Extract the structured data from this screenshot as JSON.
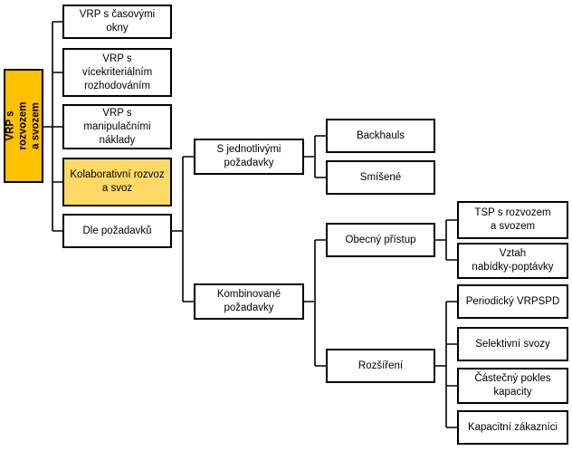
{
  "colors": {
    "root_fill": "#ffc000",
    "highlight_fill": "#ffd966",
    "box_fill": "#ffffff",
    "stroke": "#000000"
  },
  "root": {
    "label": "VRP s rozvozem\na svozem"
  },
  "level1": [
    {
      "id": "casova-okna",
      "label": "VRP s časovými okny"
    },
    {
      "id": "vicekriterialni",
      "label": "VRP s vícekriteriálním\nrozhodováním"
    },
    {
      "id": "manipulacni",
      "label": "VRP s manipulačními\nnáklady"
    },
    {
      "id": "kolaborativni",
      "label": "Kolaborativní rozvoz\na svoz"
    },
    {
      "id": "dle-pozadavku",
      "label": "Dle požadavků"
    }
  ],
  "level2": [
    {
      "id": "jednotlive",
      "label": "S jednotlivými\npožadavky"
    },
    {
      "id": "kombinovane",
      "label": "Kombinované\npožadavky"
    }
  ],
  "level3": [
    {
      "id": "backhauls",
      "label": "Backhauls"
    },
    {
      "id": "smisene",
      "label": "Smíšené"
    },
    {
      "id": "obecny",
      "label": "Obecný přístup"
    },
    {
      "id": "rozsireni",
      "label": "Rozšíření"
    }
  ],
  "level4": [
    {
      "id": "tsp",
      "label": "TSP s rozvozem\na svozem"
    },
    {
      "id": "vztah",
      "label": "Vztah\nnabídky-poptávky"
    },
    {
      "id": "periodicky",
      "label": "Periodický VRPSPD"
    },
    {
      "id": "selektivni",
      "label": "Selektivní svozy"
    },
    {
      "id": "castecny",
      "label": "Částečný pokles\nkapacity"
    },
    {
      "id": "kapacitni",
      "label": "Kapacitní zákazníci"
    }
  ]
}
